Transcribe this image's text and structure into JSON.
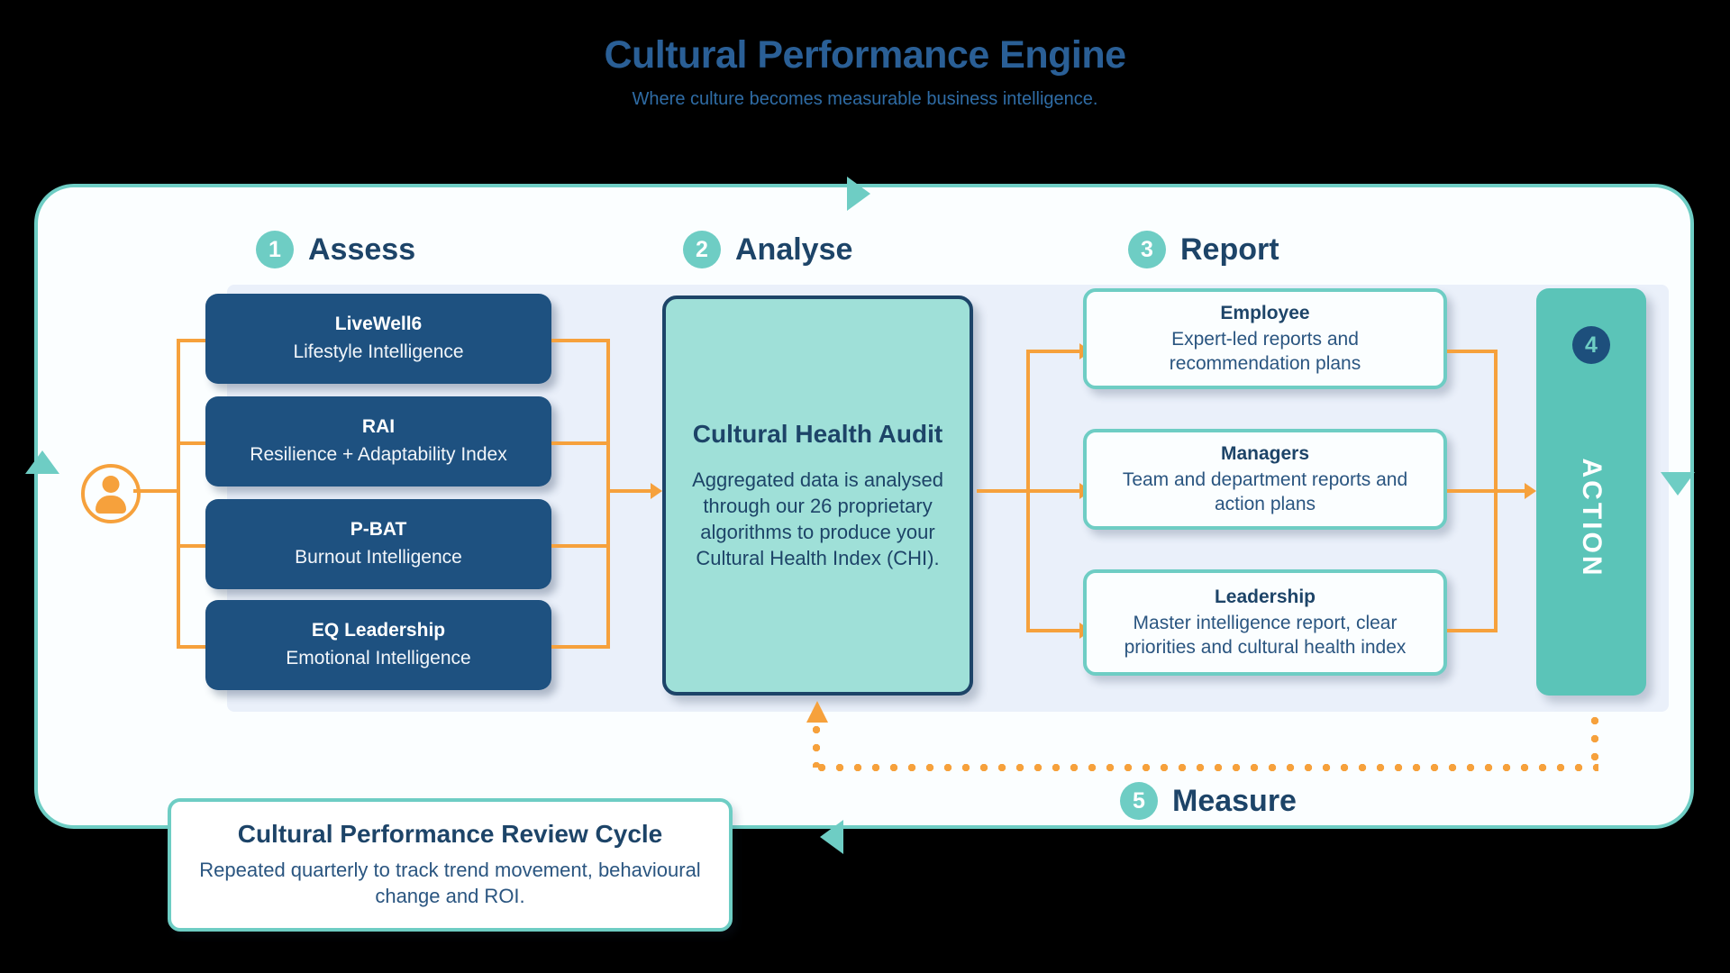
{
  "header": {
    "title": "Cultural Performance Engine",
    "subtitle": "Where culture becomes measurable business intelligence."
  },
  "steps": [
    {
      "number": "1",
      "label": "Assess"
    },
    {
      "number": "2",
      "label": "Analyse"
    },
    {
      "number": "3",
      "label": "Report"
    },
    {
      "number": "4",
      "label": "ACTION"
    },
    {
      "number": "5",
      "label": "Measure"
    }
  ],
  "assess_cards": [
    {
      "title": "LiveWell6",
      "subtitle": "Lifestyle Intelligence"
    },
    {
      "title": "RAI",
      "subtitle": "Resilience + Adaptability Index"
    },
    {
      "title": "P-BAT",
      "subtitle": "Burnout Intelligence"
    },
    {
      "title": "EQ Leadership",
      "subtitle": "Emotional Intelligence"
    }
  ],
  "audit": {
    "title": "Cultural Health Audit",
    "body": "Aggregated data is analysed through our 26 proprietary algorithms to produce your Cultural Health Index (CHI)."
  },
  "report_cards": [
    {
      "title": "Employee",
      "subtitle": "Expert-led reports and recommendation plans"
    },
    {
      "title": "Managers",
      "subtitle": "Team and department reports and action plans"
    },
    {
      "title": "Leadership",
      "subtitle": "Master intelligence report, clear priorities and cultural health index"
    }
  ],
  "review": {
    "title": "Cultural Performance Review Cycle",
    "subtitle": "Repeated quarterly to track trend movement, behavioural change and ROI."
  },
  "icons": {
    "input_person": "person-icon"
  },
  "colors": {
    "navy": "#1d4468",
    "card_navy": "#1e5180",
    "teal": "#6ecdc4",
    "action_teal": "#5bc4b8",
    "mint": "#9fe0d8",
    "orange": "#f6a13c",
    "band": "#eaf0fa",
    "title_blue": "#2a5f96"
  }
}
